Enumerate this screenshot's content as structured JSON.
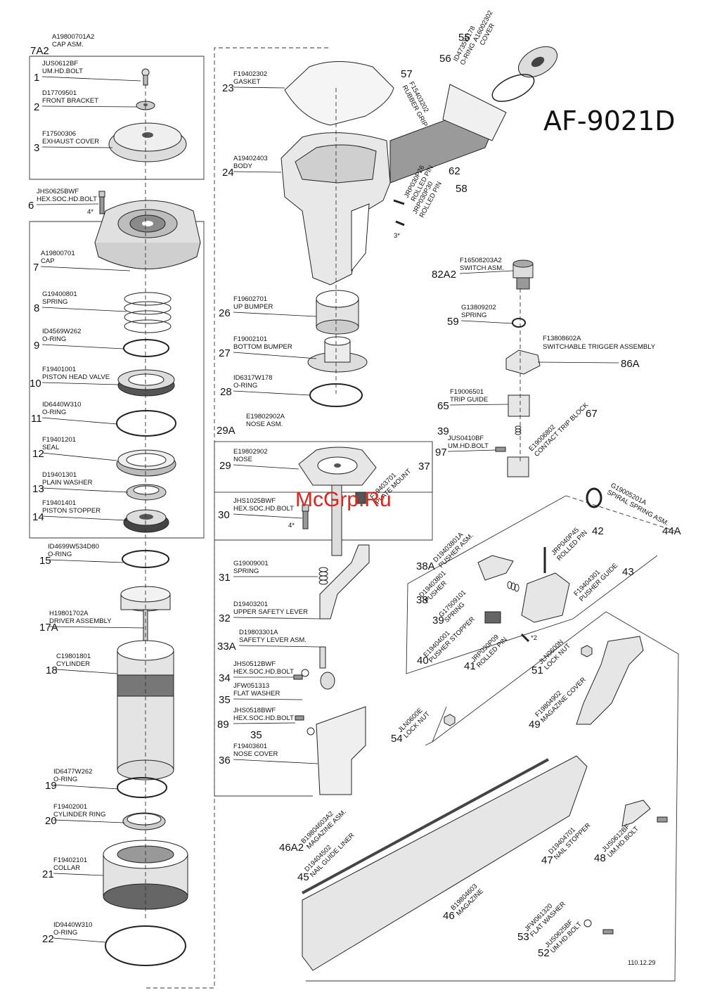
{
  "title": "AF-9021D",
  "watermark": "McGrp.Ru",
  "date_code": "110.12.29",
  "parts": [
    {
      "num": "7A2",
      "code": "A19800701A2",
      "name": "CAP ASM."
    },
    {
      "num": "1",
      "code": "JUS0612BF",
      "name": "UM.HD.BOLT"
    },
    {
      "num": "2",
      "code": "D17709501",
      "name": "FRONT BRACKET"
    },
    {
      "num": "3",
      "code": "F17500306",
      "name": "EXHAUST COVER"
    },
    {
      "num": "6",
      "code": "JHS0625BWF",
      "name": "HEX.SOC.HD.BOLT"
    },
    {
      "num": "7",
      "code": "A19800701",
      "name": "CAP"
    },
    {
      "num": "8",
      "code": "G19400801",
      "name": "SPRING"
    },
    {
      "num": "9",
      "code": "ID4569W262",
      "name": "O-RING"
    },
    {
      "num": "10",
      "code": "F19401001",
      "name": "PISTON HEAD VALVE"
    },
    {
      "num": "11",
      "code": "ID6440W310",
      "name": "O-RING"
    },
    {
      "num": "12",
      "code": "F19401201",
      "name": "SEAL"
    },
    {
      "num": "13",
      "code": "D19401301",
      "name": "PLAIN WASHER"
    },
    {
      "num": "14",
      "code": "F19401401",
      "name": "PISTON STOPPER"
    },
    {
      "num": "15",
      "code": "ID4699W534D80",
      "name": "O-RING"
    },
    {
      "num": "17A",
      "code": "H19801702A",
      "name": "DRIVER ASSEMBLY"
    },
    {
      "num": "18",
      "code": "C19801801",
      "name": "CYLINDER"
    },
    {
      "num": "19",
      "code": "ID6477W262",
      "name": "O-RING"
    },
    {
      "num": "20",
      "code": "F19402001",
      "name": "CYLINDER RING"
    },
    {
      "num": "21",
      "code": "F19402101",
      "name": "COLLAR"
    },
    {
      "num": "22",
      "code": "ID9440W310",
      "name": "O-RING"
    },
    {
      "num": "23",
      "code": "F19402302",
      "name": "GASKET"
    },
    {
      "num": "24",
      "code": "A19402403",
      "name": "BODY"
    },
    {
      "num": "26",
      "code": "F19602701",
      "name": "UP BUMPER"
    },
    {
      "num": "27",
      "code": "F19002101",
      "name": "BOTTOM BUMPER"
    },
    {
      "num": "28",
      "code": "ID6317W178",
      "name": "O-RING"
    },
    {
      "num": "29A",
      "code": "E19802902A",
      "name": "NOSE ASM."
    },
    {
      "num": "29",
      "code": "E19802902",
      "name": "NOSE"
    },
    {
      "num": "30",
      "code": "JHS1025BWF",
      "name": "HEX.SOC.HD.BOLT"
    },
    {
      "num": "31",
      "code": "G19009001",
      "name": "SPRING"
    },
    {
      "num": "32",
      "code": "D19403201",
      "name": "UPPER SAFETY LEVER"
    },
    {
      "num": "33A",
      "code": "D19803301A",
      "name": "SAFETY LEVER ASM."
    },
    {
      "num": "34",
      "code": "JHS0512BWF",
      "name": "HEX.SOC.HD.BOLT"
    },
    {
      "num": "35",
      "code": "JFW051313",
      "name": "FLAT WASHER"
    },
    {
      "num": "89",
      "code": "JHS0518BWF",
      "name": "HEX.SOC.HD.BOLT"
    },
    {
      "num": "36",
      "code": "F19403601",
      "name": "NOSE COVER"
    },
    {
      "num": "82A2",
      "code": "F16508203A2",
      "name": "SWITCH ASM."
    },
    {
      "num": "59",
      "code": "G13809202",
      "name": "SPRING"
    },
    {
      "num": "86A",
      "code": "F13808602A",
      "name": "SWITCHABLE TRIGGER ASSEMBLY"
    },
    {
      "num": "65",
      "code": "F19006501",
      "name": "TRIP GUIDE"
    },
    {
      "num": "97",
      "code": "JUS0410BF",
      "name": "UM.HD.BOLT"
    }
  ],
  "rotated_parts": [
    {
      "num": "55",
      "code": "A16002302",
      "name": "COVER"
    },
    {
      "num": "56",
      "code": "ID4735W178",
      "name": "O-RING"
    },
    {
      "num": "57",
      "code": "F15403202",
      "name": "RUBBER GRIP"
    },
    {
      "num": "62",
      "code": "JRP030P26",
      "name": "ROLLED PIN"
    },
    {
      "num": "58",
      "code": "JRP030P30",
      "name": "ROLLED PIN"
    },
    {
      "num": "67",
      "code": "E19006802",
      "name": "CONTACT TRIP BLOCK"
    },
    {
      "num": "37",
      "code": "F19403701",
      "name": "PLATE MOUNT"
    },
    {
      "num": "44A",
      "code": "G19005201A",
      "name": "SPIRAL SPRING ASM."
    },
    {
      "num": "38A",
      "code": "D19403801A",
      "name": "PUSHER ASM."
    },
    {
      "num": "38",
      "code": "D19403801",
      "name": "PUSHER"
    },
    {
      "num": "39",
      "code": "G17509101",
      "name": "SPRING"
    },
    {
      "num": "40",
      "code": "E19404001",
      "name": "PUSHER STOPPER"
    },
    {
      "num": "41",
      "code": "JRP030P09",
      "name": "ROLLED PIN"
    },
    {
      "num": "42",
      "code": "JRP040P45",
      "name": "ROLLED PIN"
    },
    {
      "num": "43",
      "code": "F19404301",
      "name": "PUSHER GUIDE"
    },
    {
      "num": "51",
      "code": "JLN0600N",
      "name": "LOCK NUT"
    },
    {
      "num": "49",
      "code": "F19804902",
      "name": "MAGAZINE COVER"
    },
    {
      "num": "54",
      "code": "JLN0600E",
      "name": "LOCK NUT"
    },
    {
      "num": "46A2",
      "code": "B19804603A2",
      "name": "MAGAZINE ASM."
    },
    {
      "num": "45",
      "code": "D19404502",
      "name": "NAIL GUIDE LINER"
    },
    {
      "num": "46",
      "code": "B19804603",
      "name": "MAGAZINE"
    },
    {
      "num": "47",
      "code": "D19404701",
      "name": "NAIL STOPPER"
    },
    {
      "num": "48",
      "code": "JUS0612BF",
      "name": "UM.HD.BOLT"
    },
    {
      "num": "53",
      "code": "JFW061320",
      "name": "FLAT WASHER"
    },
    {
      "num": "52",
      "code": "JUS0625BF",
      "name": "UM.HD.BOLT"
    }
  ],
  "extra_labels": {
    "qty_6": "4*",
    "qty_30": "4*",
    "qty_58": "3*",
    "qty_41": "*2",
    "num_35b": "35",
    "num_39b": "39"
  }
}
